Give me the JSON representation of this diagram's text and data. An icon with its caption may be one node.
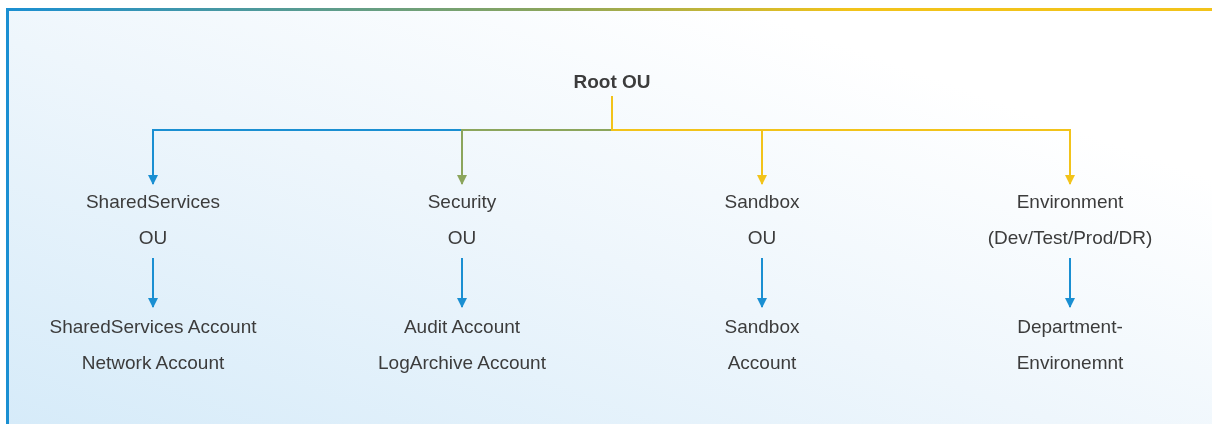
{
  "diagram": {
    "nodes": [
      {
        "text": [
          "Root OU"
        ]
      },
      {
        "text": [
          "SharedServices OU"
        ]
      },
      {
        "text": [
          "Security OU"
        ]
      },
      {
        "text": [
          "Sandbox OU"
        ]
      },
      {
        "text": [
          "Environment",
          "(Dev/Test/Prod/DR)"
        ]
      },
      {
        "text": [
          "SharedServices Account",
          "Network Account"
        ]
      },
      {
        "text": [
          "Audit Account",
          "LogArchive Account"
        ]
      },
      {
        "text": [
          "Sandbox Account"
        ]
      },
      {
        "text": [
          "Department-Environemnt"
        ]
      }
    ],
    "edges": [
      {
        "from": 0,
        "to": 1,
        "arrow": "to"
      },
      {
        "from": 0,
        "to": 2,
        "arrow": "to",
        "color": "#8ba55c"
      },
      {
        "from": 0,
        "to": 3,
        "arrow": "to",
        "color": "#f2c31a"
      },
      {
        "from": 0,
        "to": 4,
        "arrow": "to",
        "color": "#f2c31a"
      },
      {
        "from": 1,
        "to": 5,
        "arrow": "to"
      },
      {
        "from": 2,
        "to": 6,
        "arrow": "to"
      },
      {
        "from": 3,
        "to": 7,
        "arrow": "to"
      },
      {
        "from": 4,
        "to": 8,
        "arrow": "to"
      }
    ]
  }
}
